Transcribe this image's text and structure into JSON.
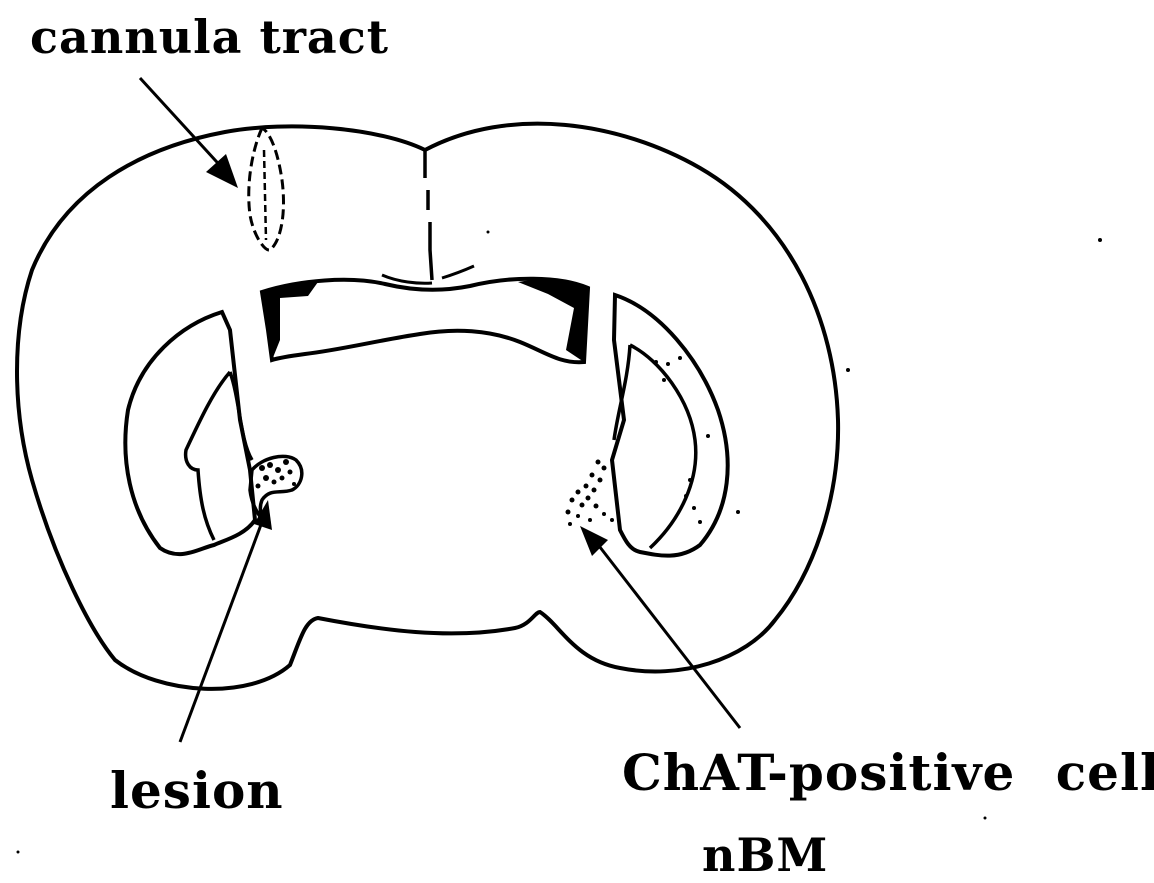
{
  "labels": {
    "cannula_tract": "cannula tract",
    "lesion": "lesion",
    "chat_positive_cells": "ChAT-positive cells",
    "nbm": "nBM"
  },
  "colors": {
    "ink": "#000000",
    "background": "#ffffff"
  }
}
